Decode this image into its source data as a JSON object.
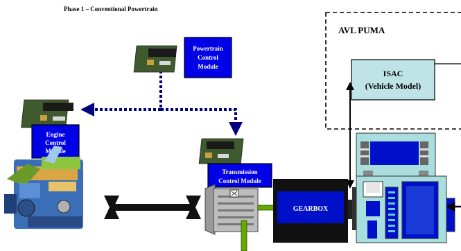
{
  "title": "Phase 1 – Conventional Powertrain",
  "avl_label": "AVL PUMA",
  "isac": {
    "line1": "ISAC",
    "line2": "(Vehicle Model)"
  },
  "pcm": {
    "line1": "Powertrain",
    "line2": "Control",
    "line3": "Module"
  },
  "ecm": {
    "line1": "Engine",
    "line2": "Control",
    "line3": "Module"
  },
  "tcm": {
    "line1": "Transmission",
    "line2": "Control Module"
  },
  "gearbox_label": "GEARBOX",
  "colors": {
    "module_blue": "#0000e6",
    "isac_fill": "#bfe3e6",
    "gearbox_blue": "#0010c8",
    "shaft_green": "#66aa00",
    "comm_link": "#000080",
    "pcb_green": "#3f5a2e"
  }
}
